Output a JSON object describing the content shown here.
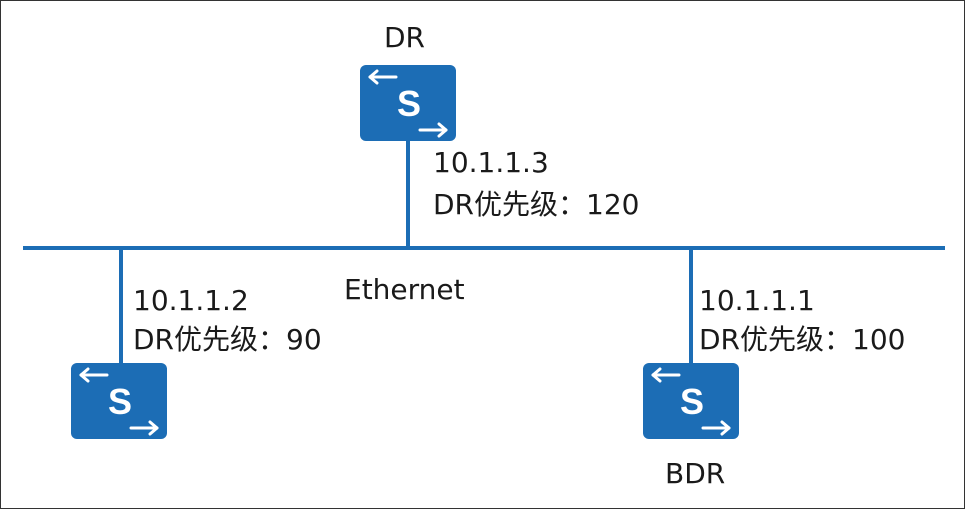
{
  "network": {
    "label": "Ethernet"
  },
  "routers": {
    "dr": {
      "role": "DR",
      "ip": "10.1.1.3",
      "priority": "DR优先级：120",
      "icon": "switch-icon"
    },
    "left": {
      "ip": "10.1.1.2",
      "priority": "DR优先级：90",
      "icon": "switch-icon"
    },
    "bdr": {
      "role": "BDR",
      "ip": "10.1.1.1",
      "priority": "DR优先级：100",
      "icon": "switch-icon"
    }
  },
  "colors": {
    "accent": "#1c6db5",
    "text": "#1a1a1a",
    "border": "#333333"
  }
}
